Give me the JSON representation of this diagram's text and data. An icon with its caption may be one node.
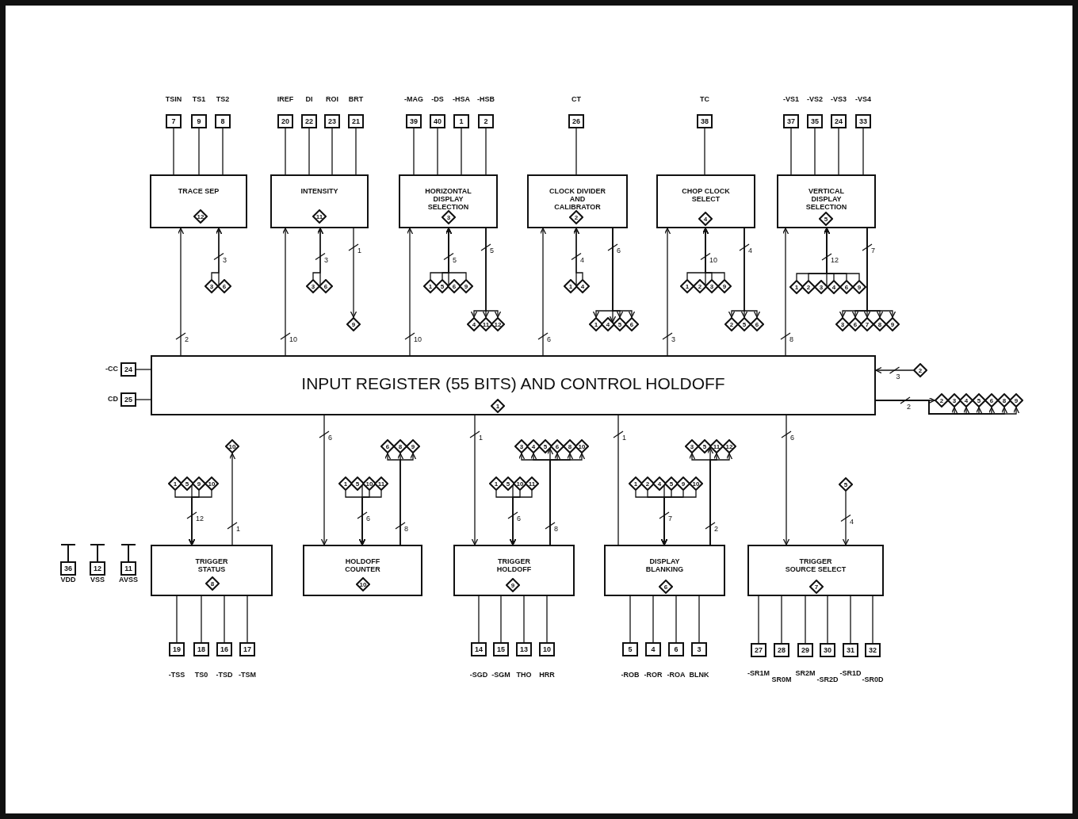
{
  "diagram": {
    "nodes": [
      {
        "text": [
          "7"
        ],
        "beside": [
          "TSIN"
        ]
      },
      {
        "text": [
          "9"
        ],
        "beside": [
          "TS1"
        ]
      },
      {
        "text": [
          "8"
        ],
        "beside": [
          "TS2"
        ]
      },
      {
        "text": [
          "TRACE SEP"
        ]
      },
      {
        "text": [
          "12"
        ],
        "in": 3
      },
      {
        "text": [
          "3"
        ]
      },
      {
        "text": [
          "6"
        ]
      },
      {
        "text": [
          "20"
        ],
        "beside": [
          "IREF"
        ]
      },
      {
        "text": [
          "22"
        ],
        "beside": [
          "DI"
        ]
      },
      {
        "text": [
          "23"
        ],
        "beside": [
          "ROI"
        ]
      },
      {
        "text": [
          "21"
        ],
        "beside": [
          "BRT"
        ]
      },
      {
        "text": [
          "INTENSITY"
        ]
      },
      {
        "text": [
          "11"
        ],
        "in": 11
      },
      {
        "text": [
          "3"
        ]
      },
      {
        "text": [
          "6"
        ]
      },
      {
        "text": [
          "9"
        ]
      },
      {
        "text": [
          "39"
        ],
        "beside": [
          "-MAG"
        ]
      },
      {
        "text": [
          "40"
        ],
        "beside": [
          "-DS"
        ]
      },
      {
        "text": [
          "1"
        ],
        "beside": [
          "-HSA"
        ]
      },
      {
        "text": [
          "2"
        ],
        "beside": [
          "-HSB"
        ]
      },
      {
        "text": [
          "HORIZONTAL DISPLAY SELECTION"
        ]
      },
      {
        "text": [
          "3"
        ],
        "in": 20
      },
      {
        "text": [
          "1"
        ]
      },
      {
        "text": [
          "5"
        ]
      },
      {
        "text": [
          "6"
        ]
      },
      {
        "text": [
          "9"
        ]
      },
      {
        "text": [
          "4"
        ]
      },
      {
        "text": [
          "11"
        ]
      },
      {
        "text": [
          "12"
        ]
      },
      {
        "text": [
          "26"
        ],
        "beside": [
          "CT"
        ]
      },
      {
        "text": [
          "CLOCK DIVIDER AND CALIBRATOR"
        ]
      },
      {
        "text": [
          "2"
        ],
        "in": 30
      },
      {
        "text": [
          "1"
        ]
      },
      {
        "text": [
          "4"
        ]
      },
      {
        "text": [
          "1"
        ]
      },
      {
        "text": [
          "4"
        ]
      },
      {
        "text": [
          "5"
        ]
      },
      {
        "text": [
          "6"
        ]
      },
      {
        "text": [
          "38"
        ],
        "beside": [
          "TC"
        ]
      },
      {
        "text": [
          "CHOP CLOCK SELECT"
        ]
      },
      {
        "text": [
          "4"
        ],
        "in": 39
      },
      {
        "text": [
          "1"
        ]
      },
      {
        "text": [
          "2"
        ]
      },
      {
        "text": [
          "3"
        ]
      },
      {
        "text": [
          "9"
        ]
      },
      {
        "text": [
          "2"
        ]
      },
      {
        "text": [
          "5"
        ]
      },
      {
        "text": [
          "6"
        ]
      },
      {
        "text": [
          "37"
        ],
        "beside": [
          "-VS1"
        ]
      },
      {
        "text": [
          "35"
        ],
        "beside": [
          "-VS2"
        ]
      },
      {
        "text": [
          "24"
        ],
        "beside": [
          "-VS3"
        ]
      },
      {
        "text": [
          "33"
        ],
        "beside": [
          "-VS4"
        ]
      },
      {
        "text": [
          "VERTICAL DISPLAY SELECTION"
        ]
      },
      {
        "text": [
          "5"
        ],
        "in": 52
      },
      {
        "text": [
          "1"
        ]
      },
      {
        "text": [
          "2"
        ]
      },
      {
        "text": [
          "3"
        ]
      },
      {
        "text": [
          "4"
        ]
      },
      {
        "text": [
          "6"
        ]
      },
      {
        "text": [
          "9"
        ]
      },
      {
        "text": [
          "3"
        ]
      },
      {
        "text": [
          "6"
        ]
      },
      {
        "text": [
          "7"
        ]
      },
      {
        "text": [
          "8"
        ]
      },
      {
        "text": [
          "9"
        ]
      },
      {
        "text": [
          "24"
        ],
        "beside": [
          "-CC"
        ]
      },
      {
        "text": [
          "25"
        ],
        "beside": [
          "CD"
        ]
      },
      {
        "text": [
          "INPUT REGISTER (55 BITS) AND CONTROL HOLDOFF"
        ]
      },
      {
        "text": [
          "1"
        ],
        "in": 67
      },
      {
        "text": [
          "2"
        ]
      },
      {
        "text": [
          "2"
        ]
      },
      {
        "text": [
          "3"
        ]
      },
      {
        "text": [
          "4"
        ]
      },
      {
        "text": [
          "5"
        ]
      },
      {
        "text": [
          "6"
        ]
      },
      {
        "text": [
          "8"
        ]
      },
      {
        "text": [
          "9"
        ]
      },
      {
        "text": [
          "36"
        ],
        "beside": [
          "VDD"
        ]
      },
      {
        "text": [
          "12"
        ],
        "beside": [
          "VSS"
        ]
      },
      {
        "text": [
          "11"
        ],
        "beside": [
          "AVSS"
        ]
      },
      {
        "text": [
          "1"
        ]
      },
      {
        "text": [
          "5"
        ]
      },
      {
        "text": [
          "9"
        ]
      },
      {
        "text": [
          "10"
        ]
      },
      {
        "text": [
          "10"
        ]
      },
      {
        "text": [
          "TRIGGER STATUS"
        ]
      },
      {
        "text": [
          "8"
        ],
        "in": 85
      },
      {
        "text": [
          "19"
        ],
        "beside": [
          "-TSS"
        ]
      },
      {
        "text": [
          "18"
        ],
        "beside": [
          "TS0"
        ]
      },
      {
        "text": [
          "16"
        ],
        "beside": [
          "-TSD"
        ]
      },
      {
        "text": [
          "17"
        ],
        "beside": [
          "-TSM"
        ]
      },
      {
        "text": [
          "1"
        ]
      },
      {
        "text": [
          "5"
        ]
      },
      {
        "text": [
          "10"
        ]
      },
      {
        "text": [
          "11"
        ]
      },
      {
        "text": [
          "6"
        ]
      },
      {
        "text": [
          "8"
        ]
      },
      {
        "text": [
          "9"
        ]
      },
      {
        "text": [
          "HOLDOFF COUNTER"
        ]
      },
      {
        "text": [
          "10"
        ],
        "in": 98
      },
      {
        "text": [
          "1"
        ]
      },
      {
        "text": [
          "5"
        ]
      },
      {
        "text": [
          "10"
        ]
      },
      {
        "text": [
          "11"
        ]
      },
      {
        "text": [
          "3"
        ]
      },
      {
        "text": [
          "4"
        ]
      },
      {
        "text": [
          "5"
        ]
      },
      {
        "text": [
          "6"
        ]
      },
      {
        "text": [
          "8"
        ]
      },
      {
        "text": [
          "10"
        ]
      },
      {
        "text": [
          "TRIGGER HOLDOFF"
        ]
      },
      {
        "text": [
          "9"
        ],
        "in": 110
      },
      {
        "text": [
          "14"
        ],
        "beside": [
          "-SGD"
        ]
      },
      {
        "text": [
          "15"
        ],
        "beside": [
          "-SGM"
        ]
      },
      {
        "text": [
          "13"
        ],
        "beside": [
          "THO"
        ]
      },
      {
        "text": [
          "10"
        ],
        "beside": [
          "HRR"
        ]
      },
      {
        "text": [
          "1"
        ]
      },
      {
        "text": [
          "2"
        ]
      },
      {
        "text": [
          "4"
        ]
      },
      {
        "text": [
          "5"
        ]
      },
      {
        "text": [
          "9"
        ]
      },
      {
        "text": [
          "10"
        ]
      },
      {
        "text": [
          "3"
        ]
      },
      {
        "text": [
          "5"
        ]
      },
      {
        "text": [
          "11"
        ]
      },
      {
        "text": [
          "12"
        ]
      },
      {
        "text": [
          "DISPLAY BLANKING"
        ]
      },
      {
        "text": [
          "6"
        ],
        "in": 126
      },
      {
        "text": [
          "5"
        ],
        "beside": [
          "-ROB"
        ]
      },
      {
        "text": [
          "4"
        ],
        "beside": [
          "-ROR"
        ]
      },
      {
        "text": [
          "6"
        ],
        "beside": [
          "-ROA"
        ]
      },
      {
        "text": [
          "3"
        ],
        "beside": [
          "BLNK"
        ]
      },
      {
        "text": [
          "5"
        ]
      },
      {
        "text": [
          "TRIGGER SOURCE SELECT"
        ]
      },
      {
        "text": [
          "7"
        ],
        "in": 133
      },
      {
        "text": [
          "27"
        ],
        "beside": [
          "-SR1M"
        ]
      },
      {
        "text": [
          "28"
        ],
        "beside": [
          "SR0M"
        ]
      },
      {
        "text": [
          "29"
        ],
        "beside": [
          "SR2M"
        ]
      },
      {
        "text": [
          "30"
        ],
        "beside": [
          "-SR2D"
        ]
      },
      {
        "text": [
          "31"
        ],
        "beside": [
          "-SR1D"
        ]
      },
      {
        "text": [
          "32"
        ],
        "beside": [
          "-SR0D"
        ]
      }
    ],
    "edges": [
      {
        "from": 0,
        "to": 3,
        "arrow": "none"
      },
      {
        "from": 1,
        "to": 3,
        "arrow": "none"
      },
      {
        "from": 2,
        "to": 3,
        "arrow": "none"
      },
      {
        "from": 67,
        "to": 3,
        "arrow": "to",
        "label": "2"
      },
      {
        "from": 5,
        "to": 3,
        "arrow": "to",
        "label": "3"
      },
      {
        "from": 6,
        "to": 3,
        "arrow": "to"
      },
      {
        "from": 7,
        "to": 11,
        "arrow": "none"
      },
      {
        "from": 8,
        "to": 11,
        "arrow": "none"
      },
      {
        "from": 9,
        "to": 11,
        "arrow": "none"
      },
      {
        "from": 10,
        "to": 11,
        "arrow": "none"
      },
      {
        "from": 67,
        "to": 11,
        "arrow": "to",
        "label": "10"
      },
      {
        "from": 13,
        "to": 11,
        "arrow": "to",
        "label": "3"
      },
      {
        "from": 14,
        "to": 11,
        "arrow": "to"
      },
      {
        "from": 11,
        "to": 15,
        "arrow": "to",
        "label": "1"
      },
      {
        "from": 16,
        "to": 20,
        "arrow": "none"
      },
      {
        "from": 17,
        "to": 20,
        "arrow": "none"
      },
      {
        "from": 18,
        "to": 20,
        "arrow": "none"
      },
      {
        "from": 19,
        "to": 20,
        "arrow": "none"
      },
      {
        "from": 67,
        "to": 20,
        "arrow": "to",
        "label": "10"
      },
      {
        "from": 22,
        "to": 20,
        "arrow": "to",
        "label": "5"
      },
      {
        "from": 23,
        "to": 20,
        "arrow": "to"
      },
      {
        "from": 24,
        "to": 20,
        "arrow": "to"
      },
      {
        "from": 25,
        "to": 20,
        "arrow": "to"
      },
      {
        "from": 20,
        "to": 26,
        "arrow": "to",
        "label": "5"
      },
      {
        "from": 20,
        "to": 27,
        "arrow": "to"
      },
      {
        "from": 20,
        "to": 28,
        "arrow": "to"
      },
      {
        "from": 29,
        "to": 30,
        "arrow": "none"
      },
      {
        "from": 67,
        "to": 30,
        "arrow": "to",
        "label": "6"
      },
      {
        "from": 32,
        "to": 30,
        "arrow": "to",
        "label": "4"
      },
      {
        "from": 33,
        "to": 30,
        "arrow": "to"
      },
      {
        "from": 30,
        "to": 34,
        "arrow": "to",
        "label": "6"
      },
      {
        "from": 30,
        "to": 35,
        "arrow": "to"
      },
      {
        "from": 30,
        "to": 36,
        "arrow": "to"
      },
      {
        "from": 30,
        "to": 37,
        "arrow": "to"
      },
      {
        "from": 38,
        "to": 39,
        "arrow": "none"
      },
      {
        "from": 67,
        "to": 39,
        "arrow": "to",
        "label": "3"
      },
      {
        "from": 41,
        "to": 39,
        "arrow": "to",
        "label": "10"
      },
      {
        "from": 42,
        "to": 39,
        "arrow": "to"
      },
      {
        "from": 43,
        "to": 39,
        "arrow": "to"
      },
      {
        "from": 44,
        "to": 39,
        "arrow": "to"
      },
      {
        "from": 39,
        "to": 45,
        "arrow": "to",
        "label": "4"
      },
      {
        "from": 39,
        "to": 46,
        "arrow": "to"
      },
      {
        "from": 39,
        "to": 47,
        "arrow": "to"
      },
      {
        "from": 48,
        "to": 52,
        "arrow": "none"
      },
      {
        "from": 49,
        "to": 52,
        "arrow": "none"
      },
      {
        "from": 50,
        "to": 52,
        "arrow": "none"
      },
      {
        "from": 51,
        "to": 52,
        "arrow": "none"
      },
      {
        "from": 67,
        "to": 52,
        "arrow": "to",
        "label": "8"
      },
      {
        "from": 54,
        "to": 52,
        "arrow": "to",
        "label": "12"
      },
      {
        "from": 55,
        "to": 52,
        "arrow": "to"
      },
      {
        "from": 56,
        "to": 52,
        "arrow": "to"
      },
      {
        "from": 57,
        "to": 52,
        "arrow": "to"
      },
      {
        "from": 58,
        "to": 52,
        "arrow": "to"
      },
      {
        "from": 59,
        "to": 52,
        "arrow": "to"
      },
      {
        "from": 52,
        "to": 60,
        "arrow": "to",
        "label": "7"
      },
      {
        "from": 52,
        "to": 61,
        "arrow": "to"
      },
      {
        "from": 52,
        "to": 62,
        "arrow": "to"
      },
      {
        "from": 52,
        "to": 63,
        "arrow": "to"
      },
      {
        "from": 52,
        "to": 64,
        "arrow": "to"
      },
      {
        "from": 65,
        "to": 67,
        "arrow": "none"
      },
      {
        "from": 66,
        "to": 67,
        "arrow": "none"
      },
      {
        "from": 69,
        "to": 67,
        "arrow": "to",
        "label": "3"
      },
      {
        "from": 67,
        "to": 70,
        "arrow": "to",
        "label": "2"
      },
      {
        "from": 67,
        "to": 71,
        "arrow": "to"
      },
      {
        "from": 67,
        "to": 72,
        "arrow": "to"
      },
      {
        "from": 67,
        "to": 73,
        "arrow": "to"
      },
      {
        "from": 67,
        "to": 74,
        "arrow": "to"
      },
      {
        "from": 67,
        "to": 75,
        "arrow": "to"
      },
      {
        "from": 67,
        "to": 76,
        "arrow": "to"
      },
      {
        "from": 80,
        "to": 85,
        "arrow": "to",
        "label": "12"
      },
      {
        "from": 81,
        "to": 85,
        "arrow": "to"
      },
      {
        "from": 82,
        "to": 85,
        "arrow": "to"
      },
      {
        "from": 83,
        "to": 85,
        "arrow": "to"
      },
      {
        "from": 85,
        "to": 84,
        "arrow": "to",
        "label": "1"
      },
      {
        "from": 85,
        "to": 87,
        "arrow": "none"
      },
      {
        "from": 85,
        "to": 88,
        "arrow": "none"
      },
      {
        "from": 85,
        "to": 89,
        "arrow": "none"
      },
      {
        "from": 85,
        "to": 90,
        "arrow": "none"
      },
      {
        "from": 67,
        "to": 98,
        "arrow": "to",
        "label": "6"
      },
      {
        "from": 91,
        "to": 98,
        "arrow": "to",
        "label": "6"
      },
      {
        "from": 92,
        "to": 98,
        "arrow": "to"
      },
      {
        "from": 93,
        "to": 98,
        "arrow": "to"
      },
      {
        "from": 94,
        "to": 98,
        "arrow": "to"
      },
      {
        "from": 98,
        "to": 95,
        "arrow": "to",
        "label": "8"
      },
      {
        "from": 98,
        "to": 96,
        "arrow": "to"
      },
      {
        "from": 98,
        "to": 97,
        "arrow": "to"
      },
      {
        "from": 67,
        "to": 110,
        "arrow": "to",
        "label": "1"
      },
      {
        "from": 100,
        "to": 110,
        "arrow": "to",
        "label": "6"
      },
      {
        "from": 101,
        "to": 110,
        "arrow": "to"
      },
      {
        "from": 102,
        "to": 110,
        "arrow": "to"
      },
      {
        "from": 103,
        "to": 110,
        "arrow": "to"
      },
      {
        "from": 110,
        "to": 104,
        "arrow": "to",
        "label": "8"
      },
      {
        "from": 110,
        "to": 105,
        "arrow": "to"
      },
      {
        "from": 110,
        "to": 106,
        "arrow": "to"
      },
      {
        "from": 110,
        "to": 107,
        "arrow": "to"
      },
      {
        "from": 110,
        "to": 108,
        "arrow": "to"
      },
      {
        "from": 110,
        "to": 109,
        "arrow": "to"
      },
      {
        "from": 110,
        "to": 112,
        "arrow": "none"
      },
      {
        "from": 110,
        "to": 113,
        "arrow": "none"
      },
      {
        "from": 110,
        "to": 114,
        "arrow": "none"
      },
      {
        "from": 110,
        "to": 115,
        "arrow": "none"
      },
      {
        "from": 67,
        "to": 126,
        "arrow": "none",
        "label": "1"
      },
      {
        "from": 116,
        "to": 126,
        "arrow": "to",
        "label": "7"
      },
      {
        "from": 117,
        "to": 126,
        "arrow": "to"
      },
      {
        "from": 118,
        "to": 126,
        "arrow": "to"
      },
      {
        "from": 119,
        "to": 126,
        "arrow": "to"
      },
      {
        "from": 120,
        "to": 126,
        "arrow": "to"
      },
      {
        "from": 121,
        "to": 126,
        "arrow": "to"
      },
      {
        "from": 126,
        "to": 122,
        "arrow": "to",
        "label": "2"
      },
      {
        "from": 126,
        "to": 123,
        "arrow": "to"
      },
      {
        "from": 126,
        "to": 124,
        "arrow": "to"
      },
      {
        "from": 126,
        "to": 125,
        "arrow": "to"
      },
      {
        "from": 126,
        "to": 128,
        "arrow": "none"
      },
      {
        "from": 126,
        "to": 129,
        "arrow": "none"
      },
      {
        "from": 126,
        "to": 130,
        "arrow": "none"
      },
      {
        "from": 126,
        "to": 131,
        "arrow": "none"
      },
      {
        "from": 67,
        "to": 133,
        "arrow": "to",
        "label": "6"
      },
      {
        "from": 132,
        "to": 133,
        "arrow": "to",
        "label": "4"
      },
      {
        "from": 133,
        "to": 135,
        "arrow": "none"
      },
      {
        "from": 133,
        "to": 136,
        "arrow": "none"
      },
      {
        "from": 133,
        "to": 137,
        "arrow": "none"
      },
      {
        "from": 133,
        "to": 138,
        "arrow": "none"
      },
      {
        "from": 133,
        "to": 139,
        "arrow": "none"
      },
      {
        "from": 133,
        "to": 140,
        "arrow": "none"
      }
    ]
  }
}
